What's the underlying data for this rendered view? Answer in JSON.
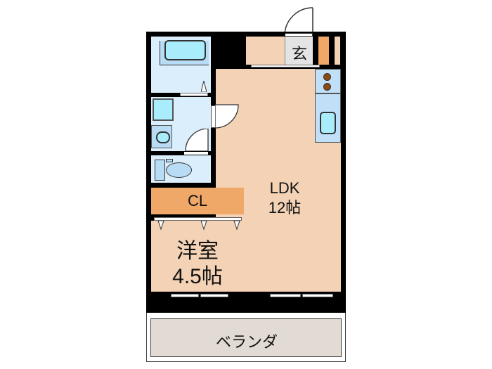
{
  "floorplan": {
    "rooms": {
      "entrance": {
        "label": "玄"
      },
      "closet": {
        "label": "CL"
      },
      "western_room": {
        "label_line1": "洋室",
        "label_line2": "4.5帖"
      },
      "ldk": {
        "label_line1": "LDK",
        "label_line2": "12帖"
      },
      "veranda": {
        "label": "ベランダ"
      }
    },
    "colors": {
      "wall": "#000000",
      "room_floor": "#f3d2b5",
      "closet": "#f0a868",
      "wet_area": "#dbeefc",
      "fixture": "#a9ecfb",
      "entrance": "#e4e4e4",
      "veranda": "#e2dbd3",
      "stove": "#8a4a12"
    }
  }
}
